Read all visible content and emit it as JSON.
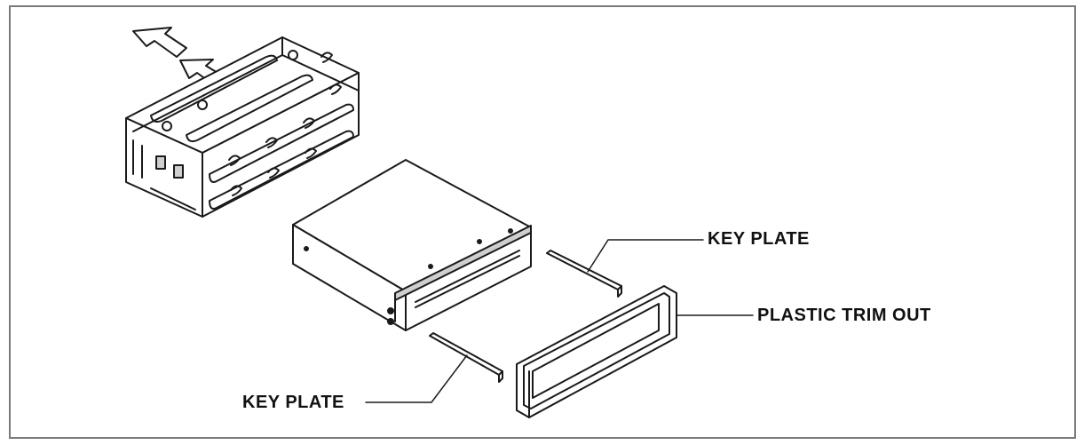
{
  "labels": {
    "key_plate_top": "KEY PLATE",
    "plastic_trim_out": "PLASTIC TRIM OUT",
    "key_plate_bottom": "KEY PLATE"
  },
  "colors": {
    "line": "#1a1a1a",
    "frame": "#7a7a7a",
    "shade": "#cfcfcf"
  },
  "icons": [
    "arrow-outline-icon",
    "arrow-outline-icon"
  ]
}
